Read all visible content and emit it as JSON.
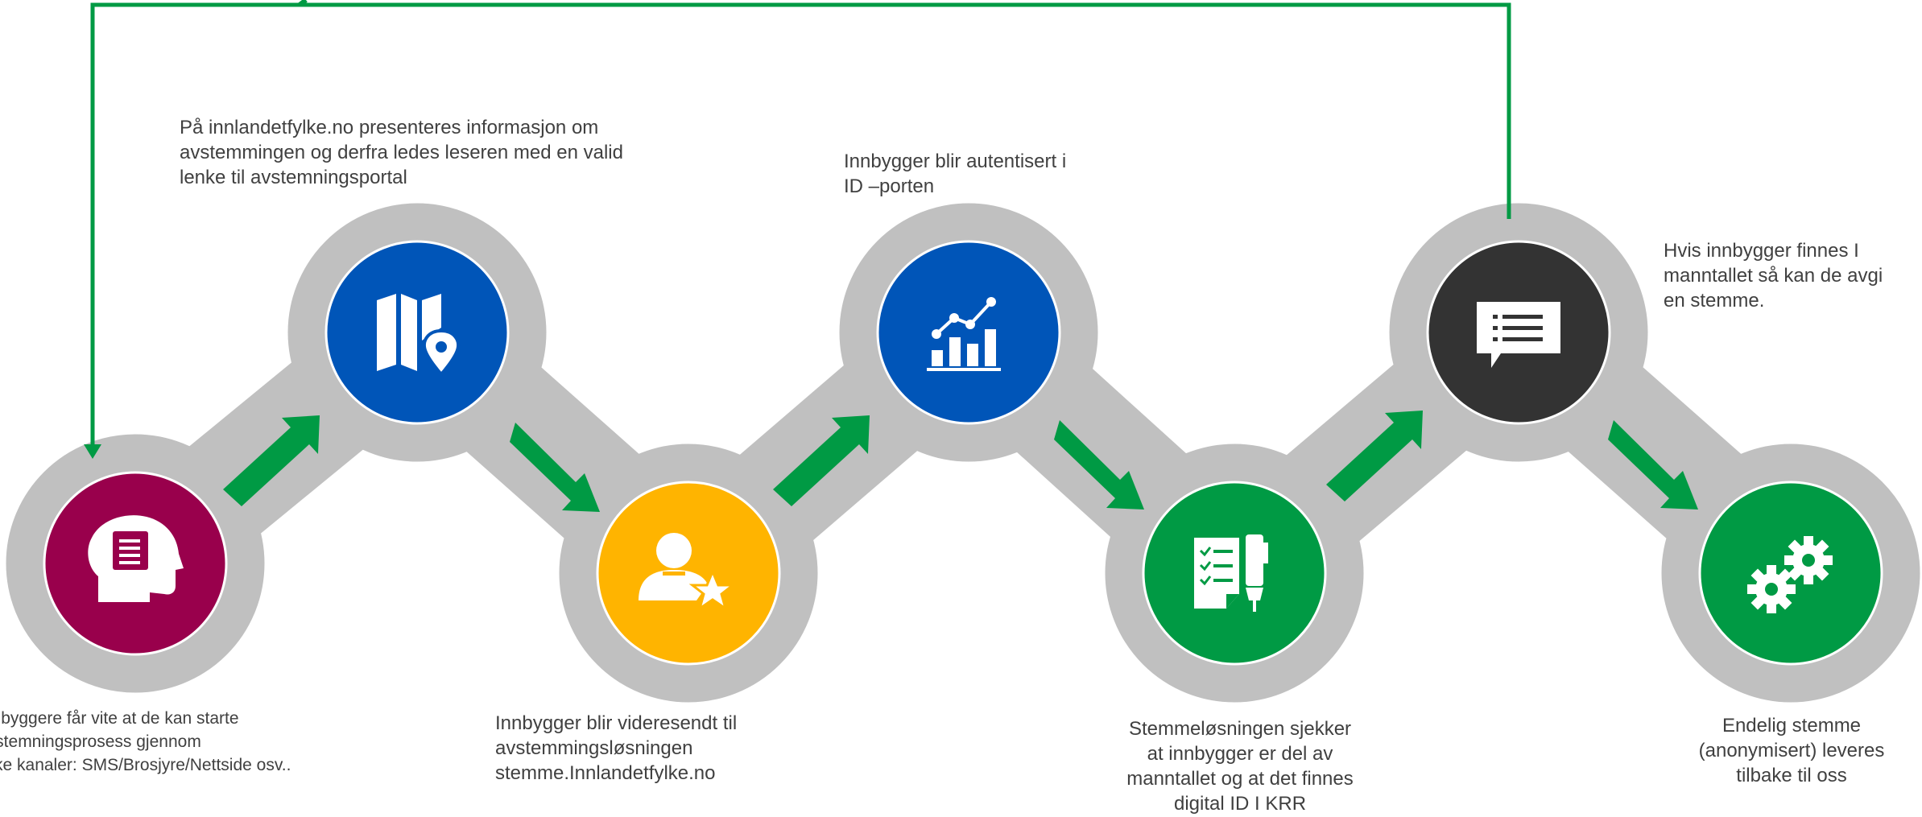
{
  "steps": [
    {
      "name": "step-1",
      "text": "Innbyggere får vite at de kan starte\navstemningsprosess gjennom\nulike kanaler: SMS/Brosjyre/Nettside osv..",
      "color": "#99004C",
      "icon": "head-document-icon"
    },
    {
      "name": "step-2",
      "text": "På innlandetfylke.no presenteres informasjon om\navstemmingen og derfra ledes leseren med en valid\nlenke til avstemningsportal",
      "color": "#0055B8",
      "icon": "map-pin-icon"
    },
    {
      "name": "step-3",
      "text": "Innbygger blir videresendt til\navstemmingsløsningen\nstemme.Innlandetfylke.no",
      "color": "#FFB400",
      "icon": "user-star-icon"
    },
    {
      "name": "step-4",
      "text": "Innbygger blir autentisert i\nID –porten",
      "color": "#0055B8",
      "icon": "bar-chart-icon"
    },
    {
      "name": "step-5",
      "text": "Stemmeløsningen sjekker\nat innbygger er del av\nmanntallet og at det finnes\ndigital ID I KRR",
      "color": "#009A44",
      "icon": "checklist-pen-icon"
    },
    {
      "name": "step-6",
      "text": "Hvis innbygger finnes I\nmanntallet så kan de avgi\nen stemme.",
      "color": "#333333",
      "icon": "chat-list-icon"
    },
    {
      "name": "step-7",
      "text": "Endelig stemme\n(anonymisert) leveres\ntilbake til oss",
      "color": "#009A44",
      "icon": "gears-icon"
    }
  ],
  "colors": {
    "track": "#C0C0C0",
    "arrow": "#009A44",
    "feedback_line": "#009A44",
    "text": "#404040"
  }
}
